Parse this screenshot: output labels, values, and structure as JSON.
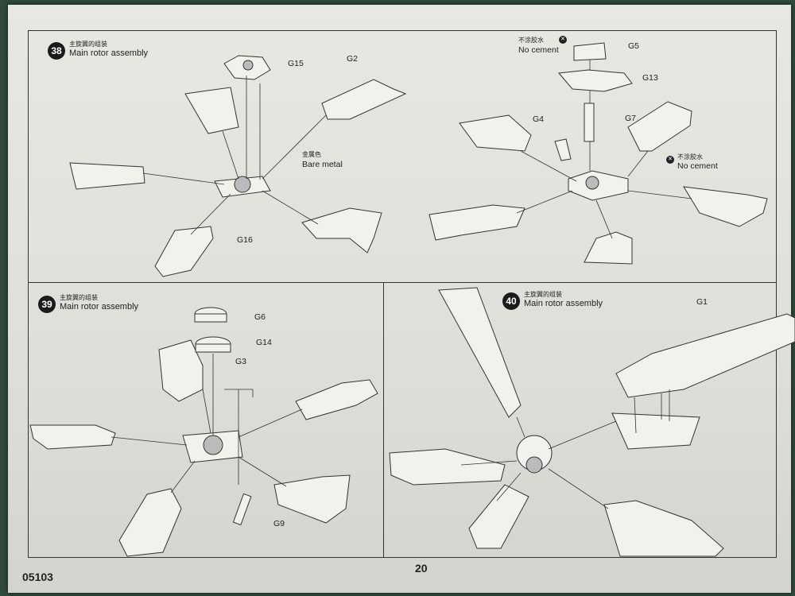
{
  "steps": [
    {
      "num": "38",
      "title_cn": "主旋翼的组装",
      "title_en": "Main rotor assembly"
    },
    {
      "num": "39",
      "title_cn": "主旋翼的组装",
      "title_en": "Main rotor assembly"
    },
    {
      "num": "40",
      "title_cn": "主旋翼的组装",
      "title_en": "Main rotor assembly"
    }
  ],
  "part_labels": {
    "g15": "G15",
    "g2": "G2",
    "g16": "G16",
    "g5": "G5",
    "g13": "G13",
    "g7": "G7",
    "g4": "G4",
    "g6": "G6",
    "g14": "G14",
    "g3": "G3",
    "g9": "G9",
    "g1": "G1"
  },
  "notes": {
    "bare_metal_cn": "金属色",
    "bare_metal_en": "Bare metal",
    "no_cement_cn": "不涂胶水",
    "no_cement_en": "No cement"
  },
  "footer": {
    "code": "05103",
    "page": "20"
  }
}
